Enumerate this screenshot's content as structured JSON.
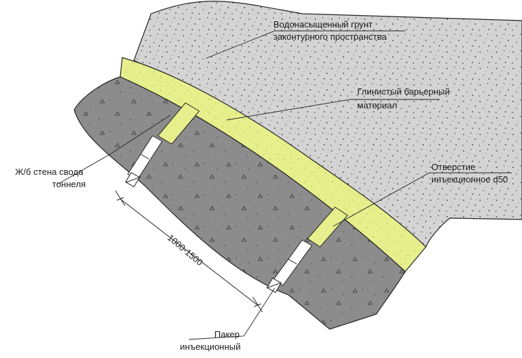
{
  "labels": {
    "soil_line1": "Водонасыщенный грунт",
    "soil_line2": "законтурного пространства",
    "clay_line1": "Глинистый барьерный",
    "clay_line2": "материал",
    "wall_line1": "Ж/б стена свода",
    "wall_line2": "тоннеля",
    "hole_line1": "Отверстие",
    "hole_line2": "инъекционное d50",
    "packer_line1": "Пакер",
    "packer_line2": "инъекционный",
    "dimension": "1000-1500"
  },
  "colors": {
    "soil": "#d4d4d4",
    "concrete": "#8c8c8c",
    "clay": "#e7ef8c",
    "outline": "#222222"
  }
}
